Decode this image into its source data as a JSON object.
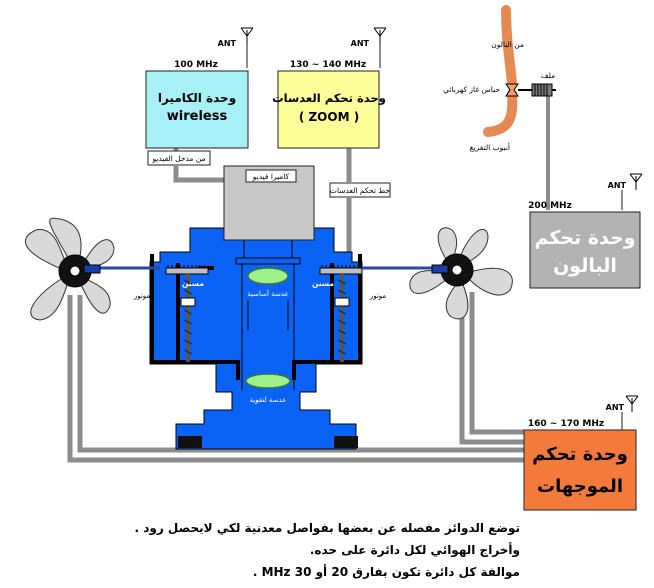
{
  "camera_unit": {
    "freq": "100 MHz",
    "line1": "وحدة  الكاميرا",
    "line2": "wireless",
    "ant": "ANT",
    "video_in": "من مدخل الفيديو",
    "color": "#a6f0f6"
  },
  "zoom_unit": {
    "freq": "130 ~ 140 MHz",
    "line1": "وحدة تحكم العدسات",
    "line2": "( ZOOM )",
    "ant": "ANT",
    "lens_control_line": "خط تحكم العدسات",
    "color": "#ffff99"
  },
  "balloon_unit": {
    "freq": "200 MHz",
    "line1": "وحدة تحكم",
    "line2": "البالون",
    "ant": "ANT",
    "color": "#b3b3b3"
  },
  "rudder_unit": {
    "freq": "160 ~ 170 MHz",
    "line1": "وحدة تحكم",
    "line2": "الموجهات",
    "ant": "ANT",
    "color": "#f47a3c"
  },
  "video_camera": "كاميرا فيديو",
  "lenses": {
    "primary": "عدسة أساسية",
    "inverse": "عدسة لتقوية"
  },
  "gears": {
    "left": "مسنن",
    "right": "مسنن"
  },
  "motors": {
    "left": "موتور",
    "right": "موتور"
  },
  "balloon_valve": {
    "from_balloon": "من البالون",
    "coil": "ملف",
    "valve": "حباس غاز كهربائي",
    "exhaust": "أنبوب التفريغ"
  },
  "notes": [
    "توضع الدوائر مفصله عن بعضها بفواصل معدنية لكي لايحصل رود .",
    "وأخراج الهوائي لكل دائرة على حده.",
    "موالفة كل دائرة تكون بفارق 20 أو 30 MHz ."
  ],
  "colors": {
    "body": "#0b63f6",
    "frame": "#000000",
    "lens": "#9ef08a",
    "fan": "#d9d9d9",
    "wire": "#9a9a9a"
  }
}
